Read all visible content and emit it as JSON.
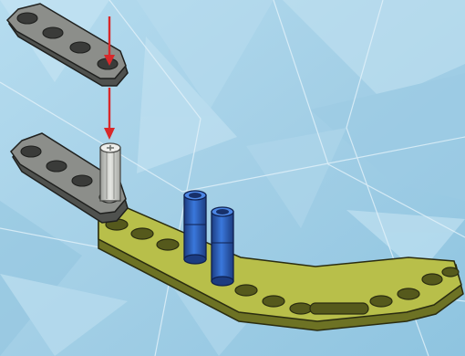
{
  "scene": {
    "kind": "building-instruction-step",
    "background": "ice-blue-crystal",
    "colors": {
      "background_light": "#c4e3f2",
      "background_mid": "#a3cfe6",
      "background_dark": "#7fb8d6",
      "liftarm_gray": "#8c8e8a",
      "liftarm_gray_dark": "#4f514e",
      "bent_liftarm_lime": "#b8bf4a",
      "bent_liftarm_lime_dark": "#6d7224",
      "pin_blue": "#2f63c4",
      "pin_blue_dark": "#1c3c80",
      "axle_light_gray": "#d2d3cf",
      "arrow_red": "#d8282a"
    },
    "parts": [
      {
        "id": "gray-liftarm-top",
        "type": "thin liftarm 1x4",
        "color": "liftarm_gray"
      },
      {
        "id": "gray-liftarm-lower",
        "type": "thin liftarm 1x4",
        "color": "liftarm_gray"
      },
      {
        "id": "axle",
        "type": "axle",
        "color": "axle_light_gray"
      },
      {
        "id": "lime-bent-liftarm",
        "type": "bent liftarm",
        "color": "bent_liftarm_lime"
      },
      {
        "id": "blue-pin-left",
        "type": "pin",
        "color": "pin_blue"
      },
      {
        "id": "blue-pin-right",
        "type": "pin",
        "color": "pin_blue"
      }
    ],
    "arrows": [
      {
        "id": "arrow-down-1",
        "direction": "down",
        "color": "arrow_red"
      },
      {
        "id": "arrow-down-2",
        "direction": "down",
        "color": "arrow_red"
      }
    ]
  }
}
